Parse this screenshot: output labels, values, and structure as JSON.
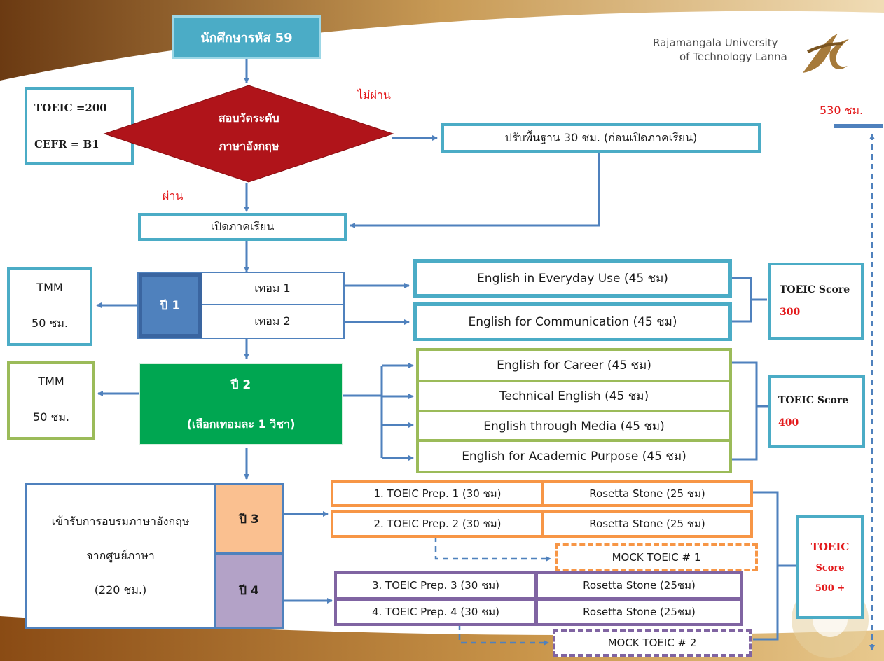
{
  "colors": {
    "start_fill": "#4bacc6",
    "diamond_fill": "#b0141a",
    "year1_fill": "#4f81bd",
    "year2_fill": "#00a651",
    "year3_fill": "#fac090",
    "year4_fill": "#b3a2c7",
    "cyan_border": "#4bacc6",
    "green_border": "#9bbb59",
    "orange_border": "#f79646",
    "purple_border": "#8064a2",
    "blue_border": "#4f81bd",
    "arrow": "#4f81bd",
    "red_text": "#e3191b"
  },
  "logo": {
    "line1": "Rajamangala University",
    "line2": "of Technology Lanna",
    "emblem_icon": "rmutl-r-logo"
  },
  "start": "นักศึกษารหัส 59",
  "placement": {
    "line1": "สอบวัดระดับ",
    "line2": "ภาษาอังกฤษ"
  },
  "entry_levels": {
    "toeic": "TOEIC =200",
    "cefr": "CEFR = B1"
  },
  "fail_label": "ไม่ผ่าน",
  "pass_label": "ผ่าน",
  "remedial": "ปรับพื้นฐาน 30 ชม. (ก่อนเปิดภาคเรียน)",
  "semester_open": "เปิดภาคเรียน",
  "total_hours": "530 ชม.",
  "year1": {
    "label": "ปี 1",
    "term1": "เทอม 1",
    "term2": "เทอม 2",
    "tmm": {
      "title": "TMM",
      "hours": "50  ชม."
    },
    "courses": [
      "English in Everyday Use (45 ชม)",
      "English for Communication (45 ชม)"
    ],
    "score": {
      "title": "TOEIC Score",
      "value": "300"
    }
  },
  "year2": {
    "label": "ปี 2",
    "note": "(เลือกเทอมละ 1 วิชา)",
    "tmm": {
      "title": "TMM",
      "hours": "50  ชม."
    },
    "courses": [
      "English for Career (45 ชม)",
      "Technical English (45 ชม)",
      "English through Media (45 ชม)",
      "English for Academic Purpose (45 ชม)"
    ],
    "score": {
      "title": "TOEIC Score",
      "value": "400"
    }
  },
  "training": {
    "line1": "เข้ารับการอบรมภาษาอังกฤษ",
    "line2": "จากศูนย์ภาษา",
    "hours": "(220 ชม.)"
  },
  "year3": {
    "label": "ปี 3",
    "preps": [
      "1. TOEIC Prep. 1 (30 ชม)",
      "2. TOEIC Prep. 2 (30 ชม)"
    ],
    "rosetta": [
      "Rosetta Stone (25 ชม)",
      "Rosetta Stone (25 ชม)"
    ],
    "mock": "MOCK TOEIC # 1"
  },
  "year4": {
    "label": "ปี 4",
    "preps": [
      "3. TOEIC Prep. 3 (30 ชม)",
      "4. TOEIC Prep. 4 (30 ชม)"
    ],
    "rosetta": [
      "Rosetta Stone  (25ชม)",
      "Rosetta Stone  (25ชม)"
    ],
    "mock": "MOCK TOEIC # 2"
  },
  "final_score": {
    "line1": "TOEIC",
    "line2": "Score",
    "line3": "500 +"
  }
}
